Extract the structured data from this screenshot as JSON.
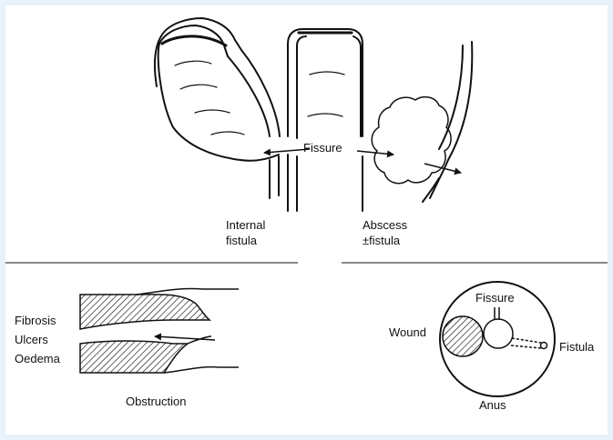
{
  "colors": {
    "background": "#e8f2fa",
    "panel": "#ffffff",
    "ink": "#111111"
  },
  "labels": {
    "fissure_top": "Fissure",
    "internal_fistula_line1": "Internal",
    "internal_fistula_line2": "fistula",
    "abscess_line1": "Abscess",
    "abscess_line2": "±fistula",
    "fibrosis": "Fibrosis",
    "ulcers": "Ulcers",
    "oedema": "Oedema",
    "obstruction": "Obstruction",
    "fissure_anus": "Fissure",
    "wound": "Wound",
    "fistula": "Fistula",
    "anus": "Anus"
  }
}
